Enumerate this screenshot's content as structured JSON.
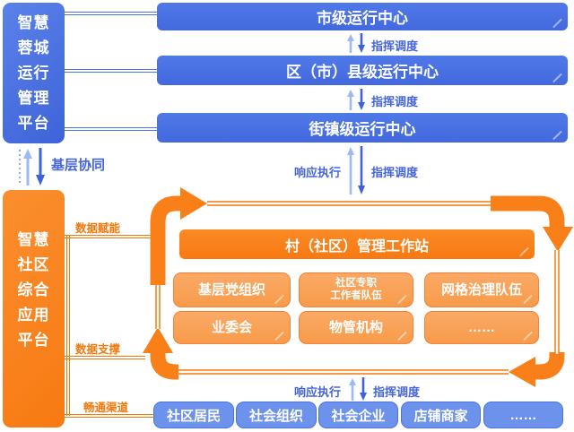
{
  "left_panel": {
    "city_platform": "智慧\n蓉城\n运行\n管理\n平台",
    "community_platform": "智慧\n社区\n综合\n应用\n平台"
  },
  "centers": [
    {
      "label": "市级运行中心"
    },
    {
      "label": "区（市）县级运行中心"
    },
    {
      "label": "街镇级运行中心"
    }
  ],
  "flow_labels": {
    "command": "指挥调度",
    "response": "响应执行",
    "grassroots": "基层协同",
    "data_empower": "数据赋能",
    "data_support": "数据支撑",
    "open_channel": "畅通渠道"
  },
  "workstation": {
    "label": "村（社区）管理工作站"
  },
  "teams": [
    {
      "label": "基层党组织"
    },
    {
      "label": "社区专职\n工作者队伍"
    },
    {
      "label": "网格治理队伍"
    },
    {
      "label": "业委会"
    },
    {
      "label": "物管机构"
    },
    {
      "label": "……"
    }
  ],
  "publics": [
    {
      "label": "社区居民"
    },
    {
      "label": "社会组织"
    },
    {
      "label": "社会企业"
    },
    {
      "label": "店铺商家"
    },
    {
      "label": "……"
    }
  ],
  "colors": {
    "blue": "#4A72E3",
    "light_blue_box": "#6C92EC",
    "orange": "#F87E17",
    "light_orange_box": "#F9A45C",
    "label_blue": "#4565DD",
    "label_orange": "#F3770B",
    "arrow_up_light": "#9DB9F4",
    "arrow_down_blue": "#3E62DB"
  }
}
